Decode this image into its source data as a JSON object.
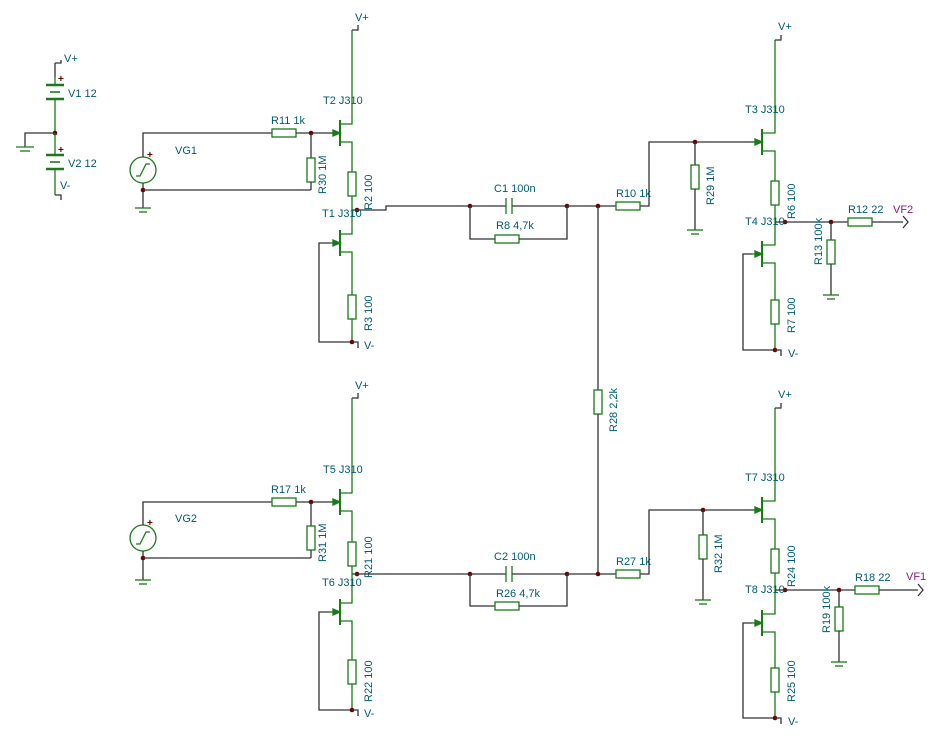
{
  "labels": {
    "v1": "V1 12",
    "v2": "V2 12",
    "vplus": "V+",
    "vminus": "V-",
    "vg1": "VG1",
    "vg2": "VG2",
    "r11": "R11 1k",
    "r30": "R30 1M",
    "t2": "T2 J310",
    "t1": "T1 J310",
    "r2": "R2 100",
    "r3": "R3 100",
    "c1": "C1 100n",
    "r8": "R8 4,7k",
    "r10": "R10 1k",
    "r29": "R29 1M",
    "t3": "T3 J310",
    "r6": "R6 100",
    "t4": "T4 J310",
    "r7": "R7 100",
    "r13": "R13 100k",
    "r12": "R12 22",
    "vf2": "VF2",
    "r28": "R28 2,2k",
    "r17": "R17 1k",
    "r31": "R31 1M",
    "t5": "T5 J310",
    "t6": "T6 J310",
    "r21": "R21 100",
    "r22": "R22 100",
    "c2": "C2 100n",
    "r26": "R26 4,7k",
    "r27": "R27 1k",
    "r32": "R32 1M",
    "t7": "T7 J310",
    "r24": "R24 100",
    "t8": "T8 J310",
    "r25": "R25 100",
    "r19": "R19 100k",
    "r18": "R18 22",
    "vf1": "VF1",
    "plus": "+"
  },
  "colors": {
    "wire": "#333333",
    "component": "#1a7a1a",
    "label": "#005a73",
    "external_label": "#8a1a8a",
    "junction": "#6a0000"
  },
  "icons": {
    "source": "sine-source-icon",
    "ground": "ground-icon",
    "battery": "battery-icon",
    "jfet": "jfet-icon"
  }
}
